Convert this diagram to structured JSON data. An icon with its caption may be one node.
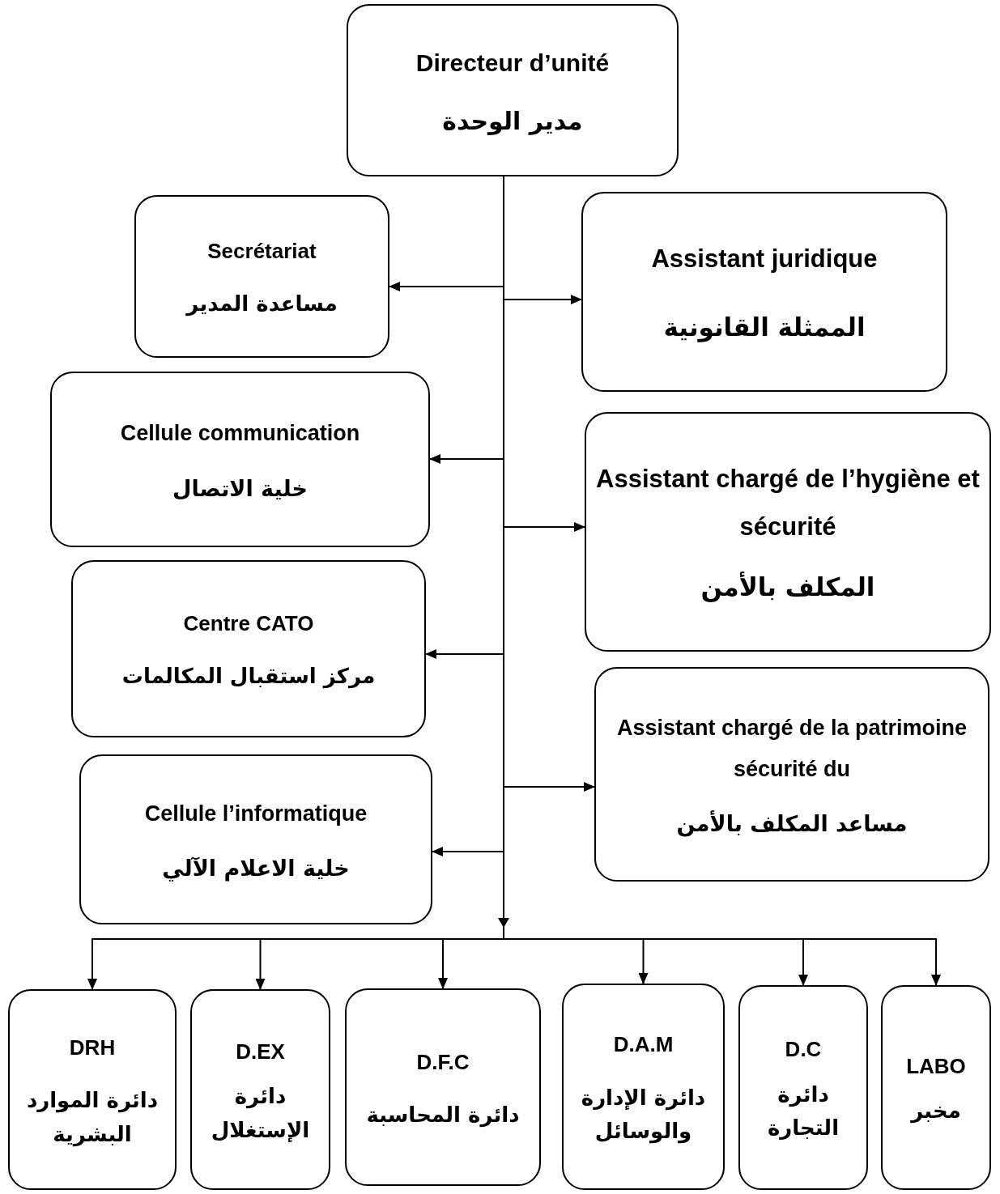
{
  "diagram": {
    "nodes": [
      {
        "text": [
          "Directeur d’unité",
          "مدير الوحدة"
        ]
      },
      {
        "text": [
          "Secrétariat",
          "مساعدة المدير"
        ]
      },
      {
        "text": [
          "Assistant juridique",
          "الممثلة القانونية"
        ]
      },
      {
        "text": [
          "Cellule communication",
          "خلية الاتصال"
        ]
      },
      {
        "text": [
          "Assistant chargé de l’hygiène et sécurité",
          "المكلف بالأمن"
        ]
      },
      {
        "text": [
          "Centre CATO",
          "مركز استقبال المكالمات"
        ]
      },
      {
        "text": [
          "Assistant chargé de la patrimoine sécurité du",
          "مساعد المكلف بالأمن"
        ]
      },
      {
        "text": [
          "Cellule l’informatique",
          "خلية الاعلام الآلي"
        ]
      },
      {
        "text": [
          "DRH",
          "دائرة الموارد البشرية"
        ]
      },
      {
        "text": [
          "D.EX",
          "دائرة الإستغلال"
        ]
      },
      {
        "text": [
          "D.F.C",
          "دائرة المحاسبة"
        ]
      },
      {
        "text": [
          "D.A.M",
          "دائرة الإدارة والوسائل"
        ]
      },
      {
        "text": [
          "D.C",
          "دائرة التجارة"
        ]
      },
      {
        "text": [
          "LABO",
          "مخبر"
        ]
      }
    ],
    "edges": [
      {
        "from": 0,
        "to": 1,
        "arrow": "to"
      },
      {
        "from": 0,
        "to": 2,
        "arrow": "to"
      },
      {
        "from": 0,
        "to": 3,
        "arrow": "to"
      },
      {
        "from": 0,
        "to": 4,
        "arrow": "to"
      },
      {
        "from": 0,
        "to": 5,
        "arrow": "to"
      },
      {
        "from": 0,
        "to": 6,
        "arrow": "to"
      },
      {
        "from": 0,
        "to": 7,
        "arrow": "to"
      },
      {
        "from": 0,
        "to": 8,
        "arrow": "to"
      },
      {
        "from": 0,
        "to": 9,
        "arrow": "to"
      },
      {
        "from": 0,
        "to": 10,
        "arrow": "to"
      },
      {
        "from": 0,
        "to": 11,
        "arrow": "to"
      },
      {
        "from": 0,
        "to": 12,
        "arrow": "to"
      },
      {
        "from": 0,
        "to": 13,
        "arrow": "to"
      }
    ]
  }
}
